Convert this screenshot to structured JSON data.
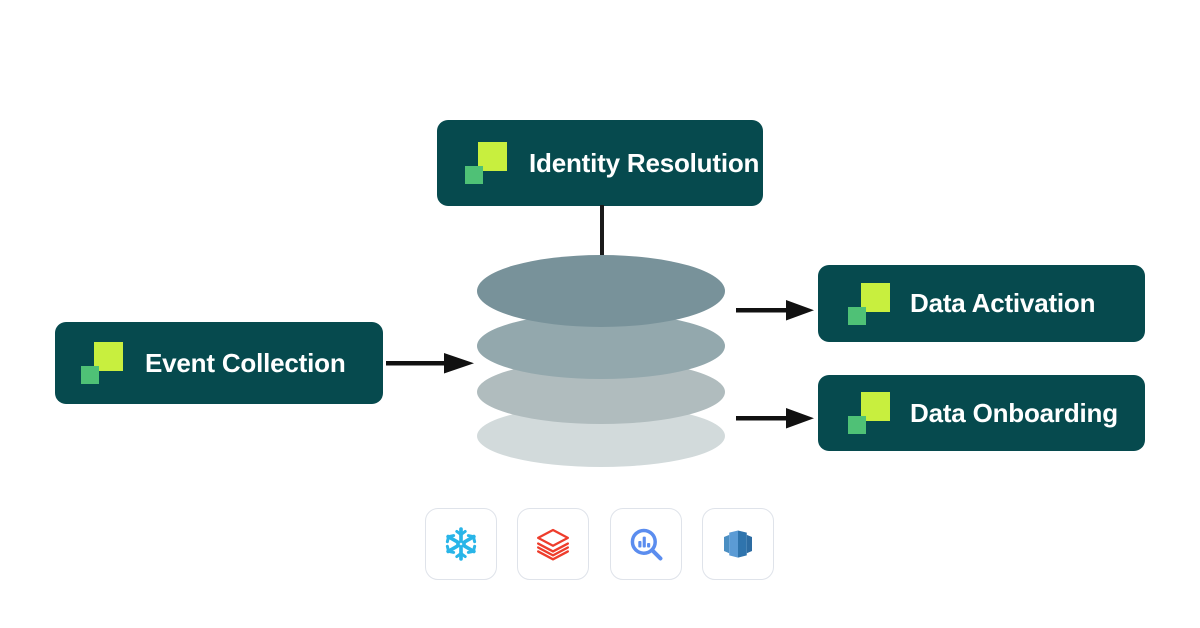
{
  "diagram": {
    "background_color": "#ffffff",
    "cards": [
      {
        "id": "identity-resolution",
        "label": "Identity Resolution"
      },
      {
        "id": "event-collection",
        "label": "Event Collection"
      },
      {
        "id": "data-activation",
        "label": "Data Activation"
      },
      {
        "id": "data-onboarding",
        "label": "Data Onboarding"
      }
    ],
    "card_colors": {
      "background": "#064a4e",
      "text": "#ffffff",
      "logo_square_large": "#c8ef3e",
      "logo_square_small": "#4fc176"
    },
    "warehouse": {
      "name": "data-warehouse-stack",
      "layer_count": 4,
      "layer_colors": [
        "#78929a",
        "#93a8ad",
        "#b0bcbe",
        "#d2dadb"
      ]
    },
    "connectors": {
      "line_color": "#1a1a1a",
      "identity_to_warehouse": "vertical-line",
      "event_to_warehouse": "arrow-right",
      "warehouse_to_activation": "arrow-right",
      "warehouse_to_onboarding": "arrow-right"
    },
    "integrations": [
      {
        "id": "snowflake",
        "icon": "snowflake-icon",
        "color": "#29b5e8"
      },
      {
        "id": "databricks",
        "icon": "databricks-icon",
        "color": "#ee3d2c"
      },
      {
        "id": "bigquery",
        "icon": "bigquery-icon",
        "color": "#5b8def"
      },
      {
        "id": "redshift",
        "icon": "redshift-icon",
        "color": "#3c7fc0"
      }
    ],
    "integration_tile": {
      "border_color": "#dfe3ea",
      "background": "#ffffff"
    }
  }
}
